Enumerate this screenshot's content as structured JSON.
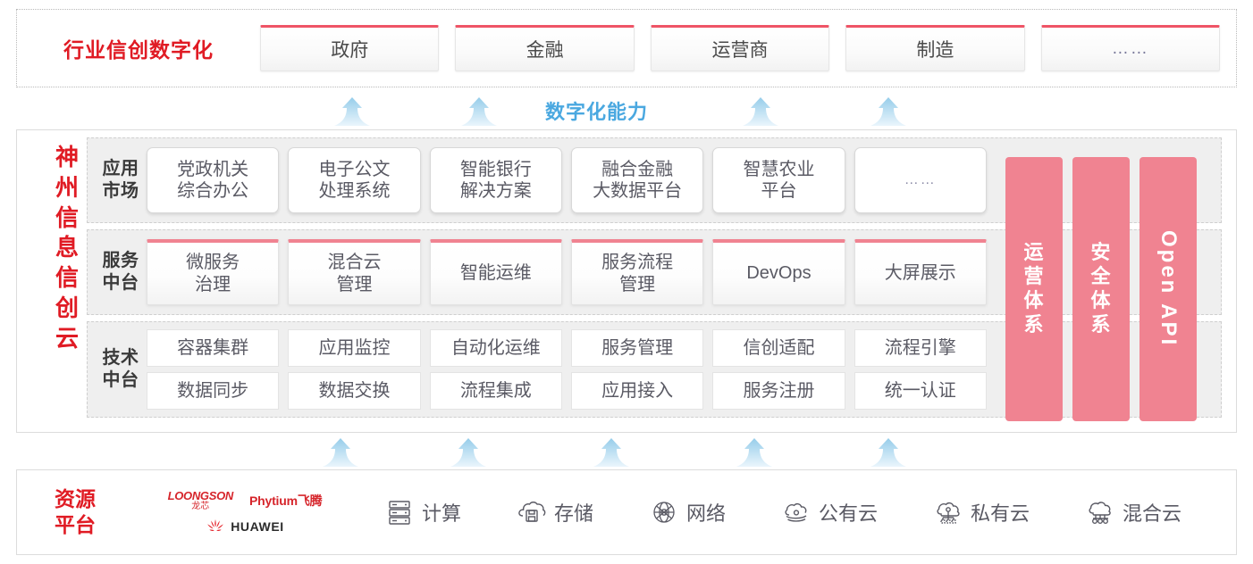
{
  "industry": {
    "title": "行业信创数字化",
    "boxes": [
      {
        "label": "政府"
      },
      {
        "label": "金融"
      },
      {
        "label": "运营商"
      },
      {
        "label": "制造"
      },
      {
        "label": "……"
      }
    ]
  },
  "capability": {
    "label": "数字化能力",
    "color": "#4aa8e0",
    "arrow_count_top": 4,
    "arrow_count_bottom": 5
  },
  "cloud": {
    "title_chars": [
      "神",
      "州",
      "信",
      "息",
      "信",
      "创",
      "云"
    ],
    "title_color": "#e01b24",
    "tiers": [
      {
        "key": "app",
        "label_chars": [
          "应用",
          "市场"
        ],
        "cells": [
          {
            "lines": [
              "党政机关",
              "综合办公"
            ]
          },
          {
            "lines": [
              "电子公文",
              "处理系统"
            ]
          },
          {
            "lines": [
              "智能银行",
              "解决方案"
            ]
          },
          {
            "lines": [
              "融合金融",
              "大数据平台"
            ]
          },
          {
            "lines": [
              "智慧农业",
              "平台"
            ]
          },
          {
            "lines": [
              "……"
            ],
            "dots": true
          }
        ]
      },
      {
        "key": "service",
        "label_chars": [
          "服务",
          "中台"
        ],
        "accent": "#f08391",
        "cells": [
          {
            "lines": [
              "微服务",
              "治理"
            ]
          },
          {
            "lines": [
              "混合云",
              "管理"
            ]
          },
          {
            "lines": [
              "智能运维"
            ]
          },
          {
            "lines": [
              "服务流程",
              "管理"
            ]
          },
          {
            "lines": [
              "DevOps"
            ]
          },
          {
            "lines": [
              "大屏展示"
            ]
          }
        ]
      },
      {
        "key": "tech",
        "label_chars": [
          "技术",
          "中台"
        ],
        "rows": [
          [
            "容器集群",
            "应用监控",
            "自动化运维",
            "服务管理",
            "信创适配",
            "流程引擎"
          ],
          [
            "数据同步",
            "数据交换",
            "流程集成",
            "应用接入",
            "服务注册",
            "统一认证"
          ]
        ]
      }
    ],
    "pillars": [
      {
        "type": "vertical-cn",
        "chars": [
          "运",
          "营",
          "体",
          "系"
        ],
        "color": "#f08391"
      },
      {
        "type": "vertical-cn",
        "chars": [
          "安",
          "全",
          "体",
          "系"
        ],
        "color": "#f08391"
      },
      {
        "type": "rotated-en",
        "text": "Open API",
        "color": "#f08391"
      }
    ]
  },
  "resource": {
    "title_lines": [
      "资源",
      "平台"
    ],
    "title_color": "#e01b24",
    "vendors": [
      {
        "name": "loongson-logo",
        "en": "LOONGSON",
        "cn": "龙芯"
      },
      {
        "name": "phytium-logo",
        "text": "Phytium飞腾"
      },
      {
        "name": "huawei-logo",
        "text": "HUAWEI"
      }
    ],
    "items": [
      {
        "icon": "server-icon",
        "label": "计算"
      },
      {
        "icon": "cloud-storage-icon",
        "label": "存储"
      },
      {
        "icon": "network-globe-icon",
        "label": "网络"
      },
      {
        "icon": "public-cloud-icon",
        "label": "公有云"
      },
      {
        "icon": "private-cloud-icon",
        "label": "私有云"
      },
      {
        "icon": "hybrid-cloud-icon",
        "label": "混合云"
      }
    ]
  }
}
